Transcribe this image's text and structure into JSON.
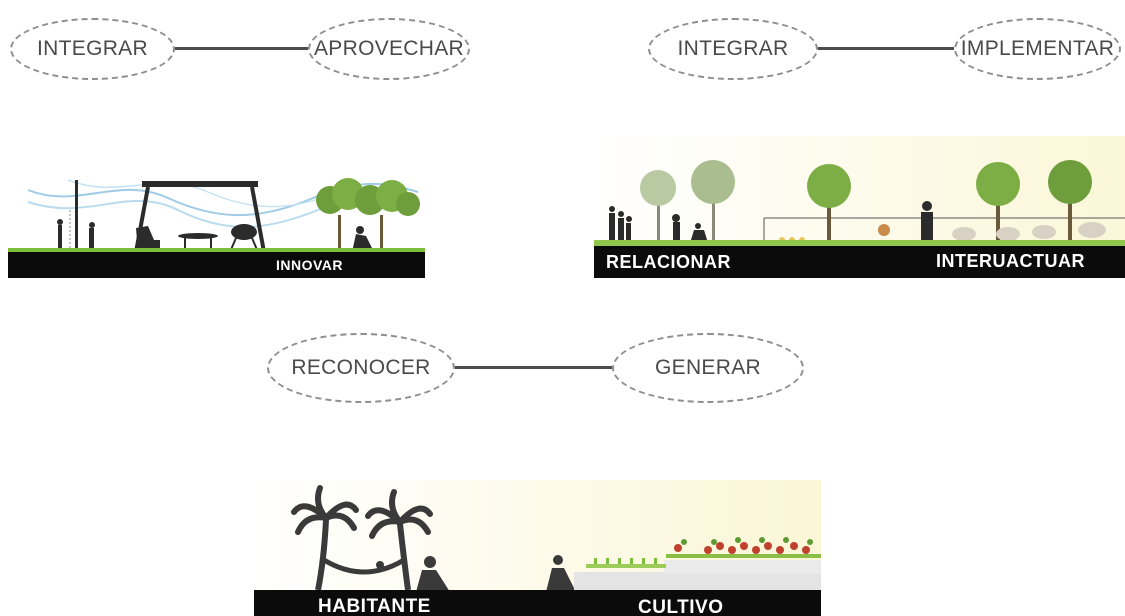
{
  "row1_left": {
    "oval_a": "INTEGRAR",
    "oval_b": "APROVECHAR",
    "scene_label": "INNOVAR"
  },
  "row1_right": {
    "oval_a": "INTEGRAR",
    "oval_b": "IMPLEMENTAR",
    "scene_label_left": "RELACIONAR",
    "scene_label_right": "INTERUACTUAR"
  },
  "row2": {
    "oval_a": "RECONOCER",
    "oval_b": "GENERAR",
    "scene_label_left": "HABITANTE",
    "scene_label_right": "CULTIVO"
  },
  "colors": {
    "band": "#0b0b0b",
    "connector": "#4d4d4d",
    "oval_border": "#8e8e8e",
    "oval_text": "#4a4a4a",
    "grass": "#7bbf3a",
    "tree": "#6e9e3c",
    "silhouette": "#2b2b2b"
  }
}
